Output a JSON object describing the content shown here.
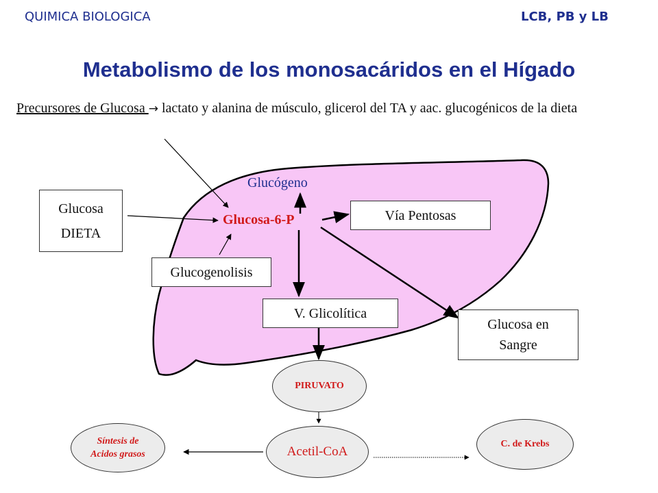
{
  "header": {
    "left": "QUIMICA BIOLOGICA",
    "right": "LCB, PB y LB"
  },
  "title": "Metabolismo de los monosacáridos en el Hígado",
  "precursors": {
    "label": "Precursores de Glucosa ",
    "arrow_glyph": "→",
    "text": " lactato y alanina de músculo, glicerol del TA y aac. glucogénicos de la dieta"
  },
  "nodes": {
    "glucosa_dieta": {
      "line1": "Glucosa",
      "line2": "DIETA"
    },
    "glucogeno": "Glucógeno",
    "glucosa_6p": "Glucosa-6-P",
    "via_pentosas": "Vía Pentosas",
    "glucogenolisis": "Glucogenolisis",
    "v_glicolitica": "V. Glicolítica",
    "glucosa_sangre": {
      "line1": "Glucosa en",
      "line2": "Sangre"
    },
    "piruvato": "PIRUVATO",
    "acetil_coa": "Acetil-CoA",
    "sintesis": {
      "line1": "Síntesis de",
      "line2": "Acidos grasos"
    },
    "krebs": "C. de Krebs"
  },
  "colors": {
    "liver_fill": "#f8c6f6",
    "heading_blue": "#1f2f8f",
    "node_red": "#d11a1a",
    "oval_fill": "#ececec"
  }
}
